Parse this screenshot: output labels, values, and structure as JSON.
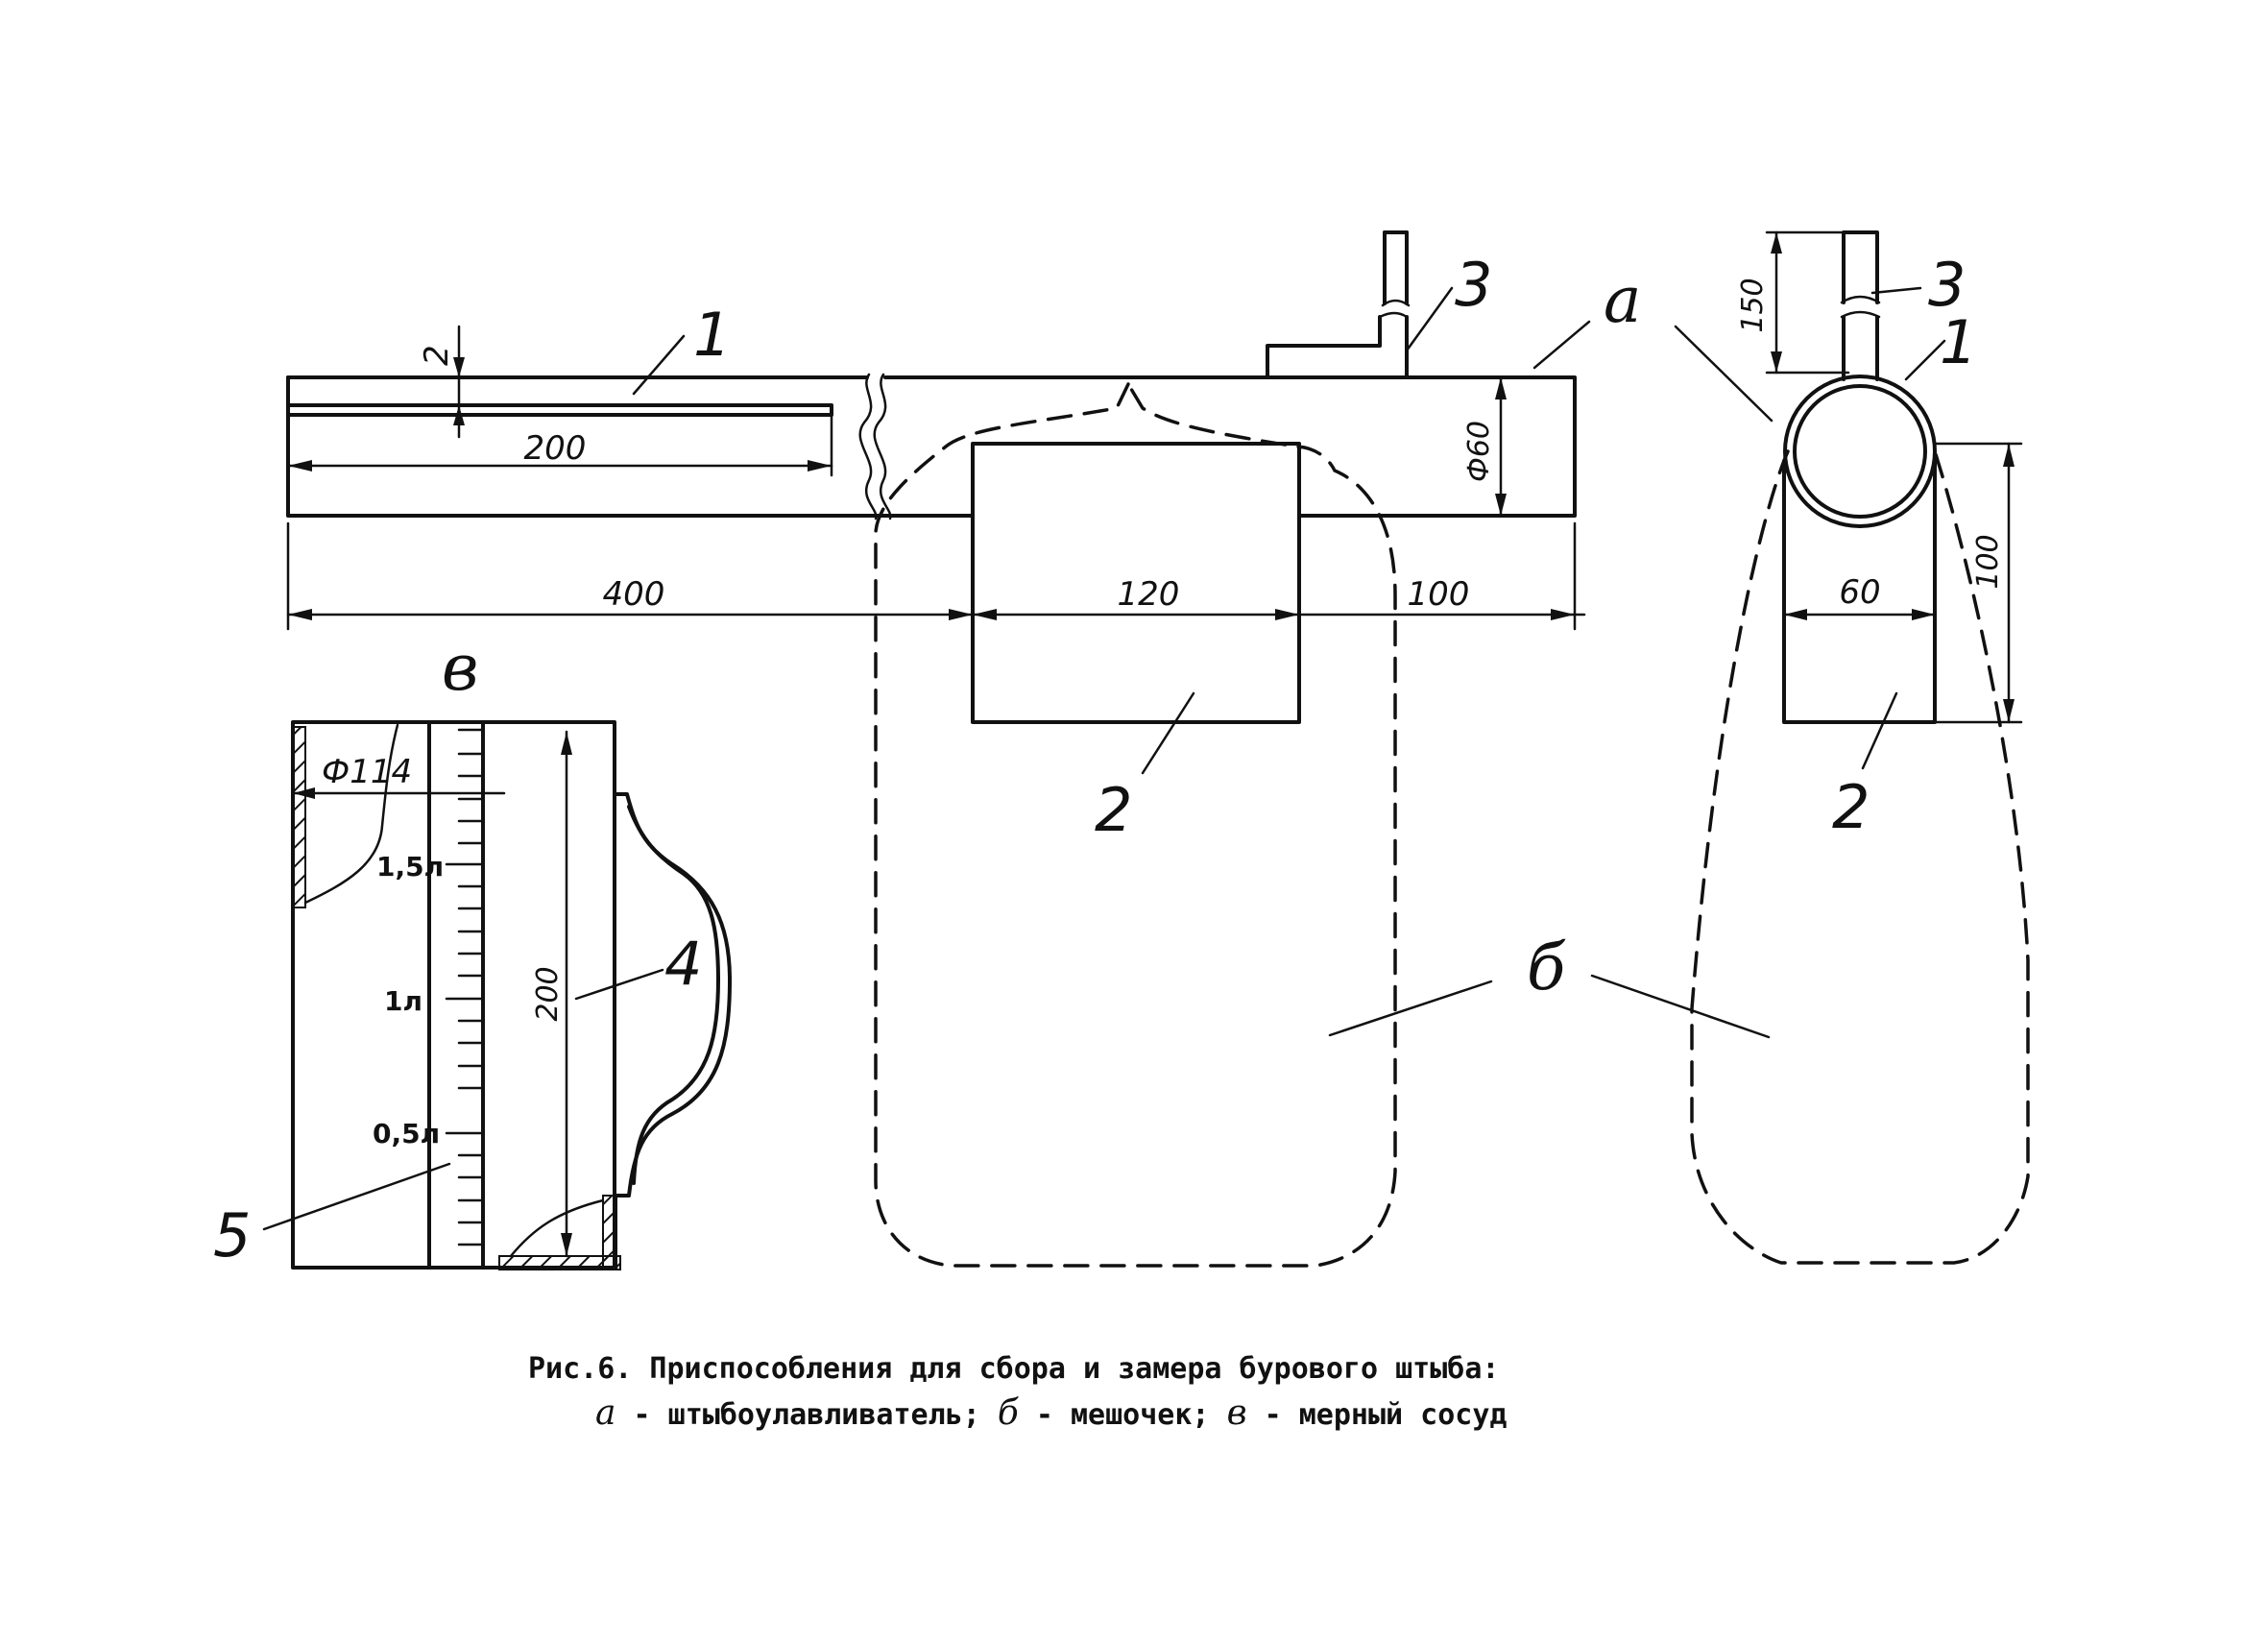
{
  "figure": {
    "caption_title": "Рис.6. Приспособления для сбора и замера бурового штыба:",
    "legend": [
      {
        "letter": "а",
        "text": " - штыбоулавливатель;"
      },
      {
        "letter": "б",
        "text": " - мешочек;"
      },
      {
        "letter": "в",
        "text": " - мерный сосуд"
      }
    ]
  },
  "view_labels": {
    "a": "а",
    "b": "б",
    "v": "в"
  },
  "callouts": {
    "c1": "1",
    "c2": "2",
    "c3": "3",
    "c4": "4",
    "c5": "5"
  },
  "dimensions": {
    "slot_depth": "2",
    "slot_length": "200",
    "total_length": "400",
    "bag_width": "120",
    "end_length": "100",
    "tube_diameter": "Ф60",
    "side_width": "60",
    "side_height": "100",
    "handle_height": "150",
    "vessel_diameter": "Ф114",
    "vessel_height": "200"
  },
  "scale_marks": {
    "m15": "1,5л",
    "m1": "1л",
    "m05": "0,5л"
  }
}
